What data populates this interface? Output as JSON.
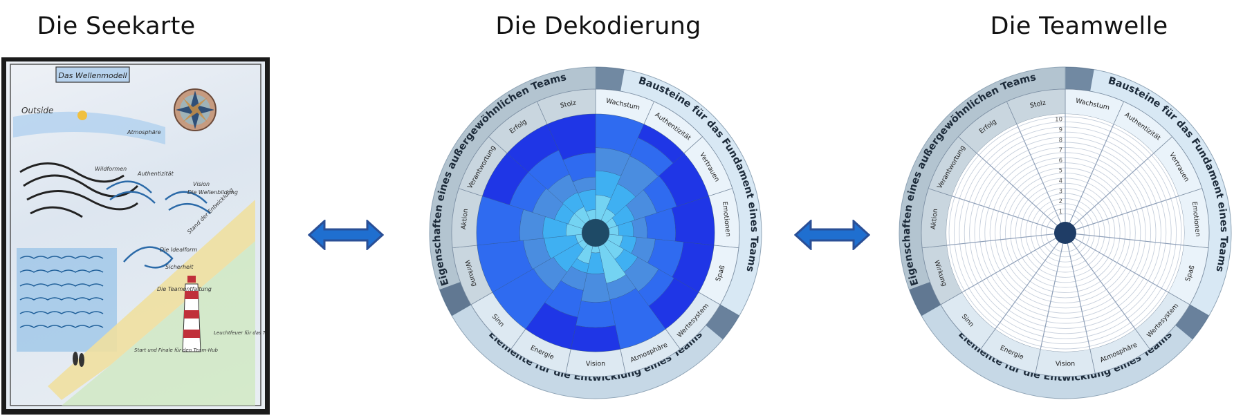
{
  "titles": {
    "left": "Die Seekarte",
    "center": "Die Dekodierung",
    "right": "Die Teamwelle"
  },
  "seekarte": {
    "banner": "Das Wellenmodell",
    "annotations": [
      "Outside",
      "Atmosphäre",
      "Wildformen",
      "Authentizität",
      "Vision",
      "Die Wellenbildung",
      "Die Idealform",
      "Stand der Entwicklung",
      "Sicherheit",
      "Die Teamentfaltung",
      "Leuchtfeuer für das Team",
      "Start und Finale für den Team-Hub"
    ],
    "colors": {
      "frame": "#1b1b1b",
      "sea": "#5aa0d8",
      "beach": "#efe0a0",
      "land": "#bfe3b0",
      "lighthouse_red": "#c0303a"
    }
  },
  "arrows": [
    {
      "name": "double-arrow-left",
      "color": "#1f6fd0",
      "border": "#2a4f96"
    },
    {
      "name": "double-arrow-right",
      "color": "#1f6fd0",
      "border": "#2a4f96"
    }
  ],
  "wheel": {
    "center_color": "#1e4a66",
    "groups": [
      {
        "label": "Bausteine für das Fundament eines Teams",
        "color": "#d8e8f4",
        "segments": [
          0,
          1,
          2,
          3,
          4
        ]
      },
      {
        "label": "Elemente für die Entwicklung eines Teams",
        "color": "#c6d8e6",
        "segments": [
          5,
          6,
          7,
          8,
          9
        ]
      },
      {
        "label": "Eigenschaften eines außergewöhnlichen Teams",
        "color": "#b3c4d0",
        "segments": [
          10,
          11,
          12,
          13,
          14
        ]
      }
    ],
    "segments": [
      "Wachstum",
      "Authentizität",
      "Vertrauen",
      "Emotionen",
      "Spaß",
      "Wertesystem",
      "Atmosphäre",
      "Vision",
      "Energie",
      "Sinn",
      "Wirkung",
      "Aktion",
      "Verantwortung",
      "Erfolg",
      "Stolz"
    ],
    "segment_fill": [
      "#eaf3fa",
      "#eaf3fa",
      "#eaf3fa",
      "#eaf3fa",
      "#eaf3fa",
      "#dde9f2",
      "#dde9f2",
      "#dde9f2",
      "#dde9f2",
      "#dde9f2",
      "#c9d6df",
      "#c9d6df",
      "#c9d6df",
      "#c9d6df",
      "#c9d6df"
    ]
  },
  "dekodierung": {
    "shade_scale": [
      "#74d3f2",
      "#3fb0f2",
      "#4a8de0",
      "#2f6bf0",
      "#1f36e6"
    ],
    "bands": [
      [
        2.3,
        4.6,
        6.8,
        10,
        10
      ],
      [
        1.2,
        3.8,
        6.7,
        8.6,
        10
      ],
      [
        0.8,
        2.6,
        4.8,
        6.8,
        10
      ],
      [
        0.9,
        2.3,
        3.6,
        6.3,
        10
      ],
      [
        1.3,
        2.6,
        4.4,
        7.1,
        10
      ],
      [
        1.8,
        3.3,
        5.6,
        7.3,
        10
      ],
      [
        3.6,
        3.6,
        5.2,
        10,
        10
      ],
      [
        0.6,
        2.6,
        5.3,
        7.7,
        10
      ],
      [
        1.7,
        2.6,
        4.3,
        6.9,
        10
      ],
      [
        0.6,
        3.3,
        5.5,
        10,
        10
      ],
      [
        0.6,
        3.6,
        5.6,
        10,
        10
      ],
      [
        1.5,
        3.7,
        5.9,
        10,
        10
      ],
      [
        1.4,
        2.8,
        5.0,
        7.3,
        10
      ],
      [
        1.4,
        2.9,
        4.8,
        7.3,
        10
      ],
      [
        0.9,
        2.8,
        4.0,
        6.3,
        10
      ]
    ]
  },
  "teamwelle": {
    "scale_ticks": [
      "1",
      "2",
      "3",
      "4",
      "5",
      "6",
      "7",
      "8",
      "9",
      "10"
    ],
    "scale_max": 10,
    "grid_color": "#c6cfdc",
    "spoke_color": "#8e9fb8"
  }
}
